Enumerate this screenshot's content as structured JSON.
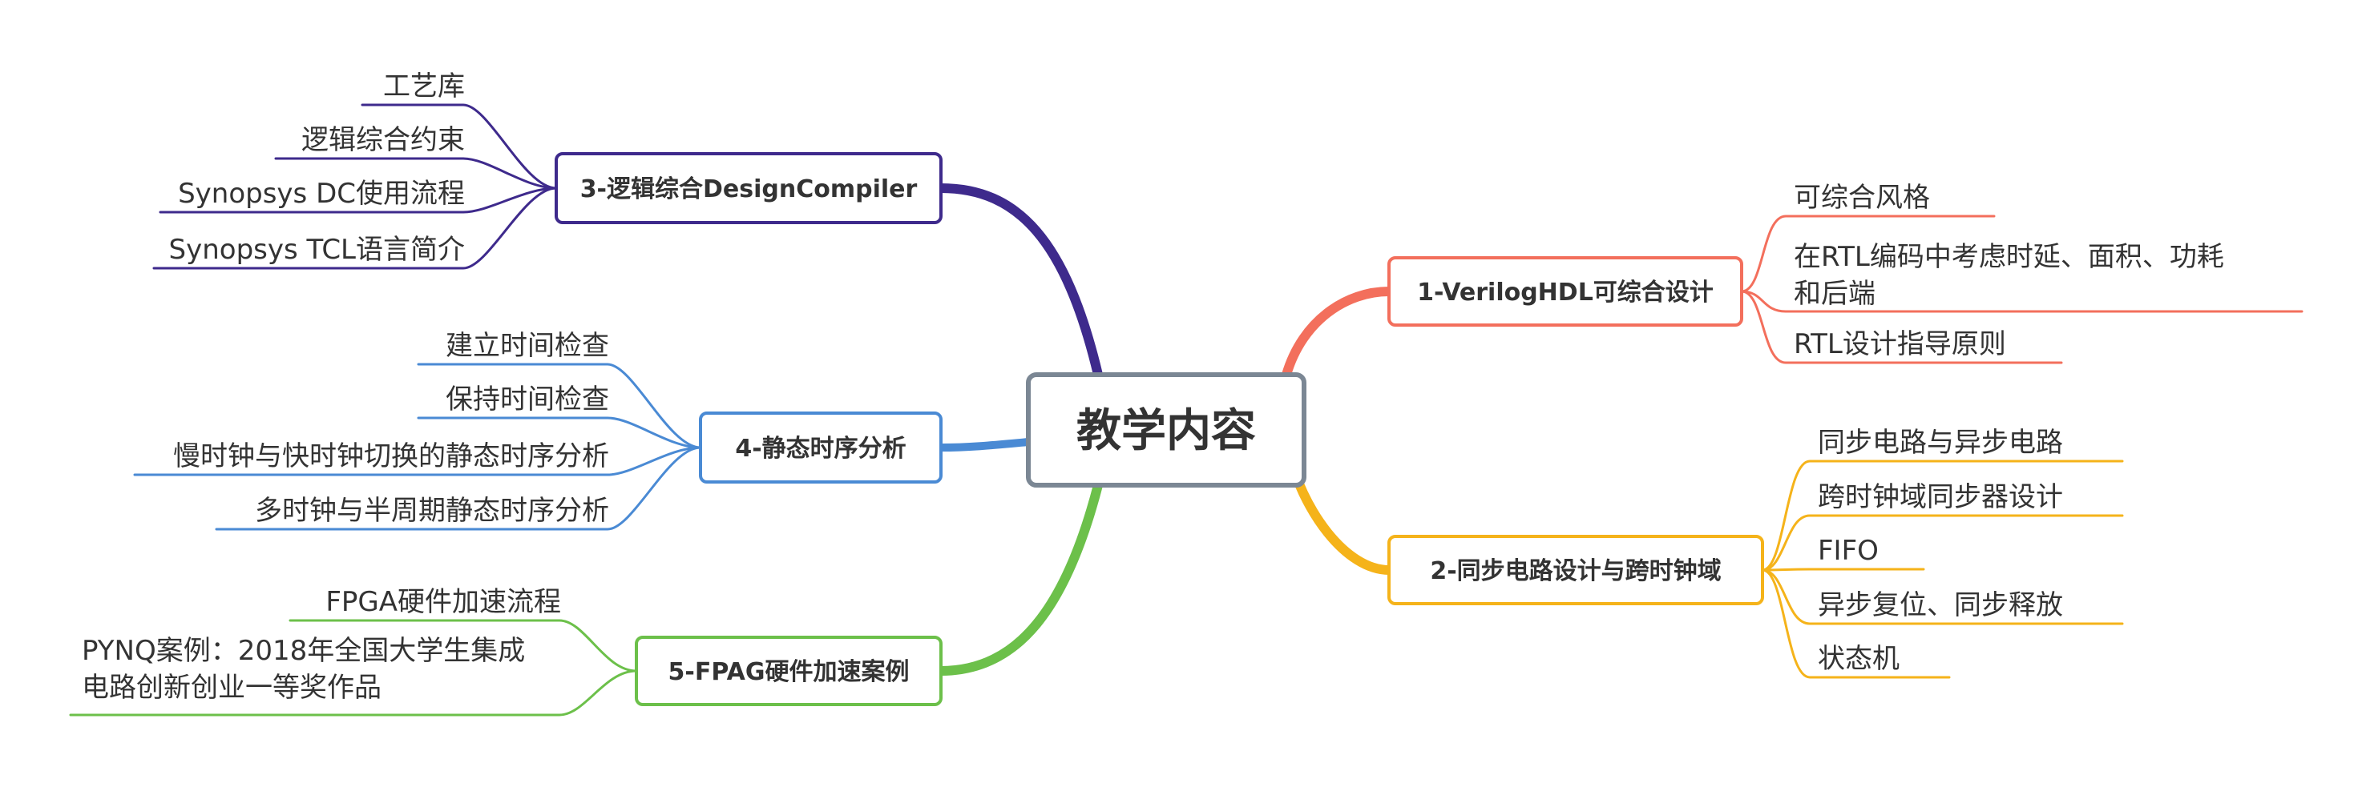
{
  "central": {
    "label": "教学内容",
    "border_color": "#7b8794"
  },
  "branches": [
    {
      "id": "verilog",
      "label": "1-VerilogHDL可综合设计",
      "color": "#f36f5c",
      "subtopics": [
        {
          "lines": [
            "可综合风格"
          ]
        },
        {
          "lines": [
            "在RTL编码中考虑时延、面积、功耗",
            "和后端"
          ]
        },
        {
          "lines": [
            "RTL设计指导原则"
          ]
        }
      ]
    },
    {
      "id": "sync",
      "label": "2-同步电路设计与跨时钟域",
      "color": "#f5b31a",
      "subtopics": [
        {
          "lines": [
            "同步电路与异步电路"
          ]
        },
        {
          "lines": [
            "跨时钟域同步器设计"
          ]
        },
        {
          "lines": [
            "FIFO"
          ]
        },
        {
          "lines": [
            "异步复位、同步释放"
          ]
        },
        {
          "lines": [
            "状态机"
          ]
        }
      ]
    },
    {
      "id": "synthesis",
      "label": "3-逻辑综合DesignCompiler",
      "color": "#3e2a8c",
      "subtopics": [
        {
          "lines": [
            "工艺库"
          ]
        },
        {
          "lines": [
            "逻辑综合约束"
          ]
        },
        {
          "lines": [
            "Synopsys DC使用流程"
          ]
        },
        {
          "lines": [
            "Synopsys TCL语言简介"
          ]
        }
      ]
    },
    {
      "id": "sta",
      "label": "4-静态时序分析",
      "color": "#4a8ad4",
      "subtopics": [
        {
          "lines": [
            "建立时间检查"
          ]
        },
        {
          "lines": [
            "保持时间检查"
          ]
        },
        {
          "lines": [
            "慢时钟与快时钟切换的静态时序分析"
          ]
        },
        {
          "lines": [
            "多时钟与半周期静态时序分析"
          ]
        }
      ]
    },
    {
      "id": "fpga",
      "label": "5-FPAG硬件加速案例",
      "color": "#6cc04a",
      "subtopics": [
        {
          "lines": [
            "FPGA硬件加速流程"
          ]
        },
        {
          "lines": [
            "PYNQ案例：2018年全国大学生集成",
            "电路创新创业一等奖作品"
          ]
        }
      ]
    }
  ]
}
